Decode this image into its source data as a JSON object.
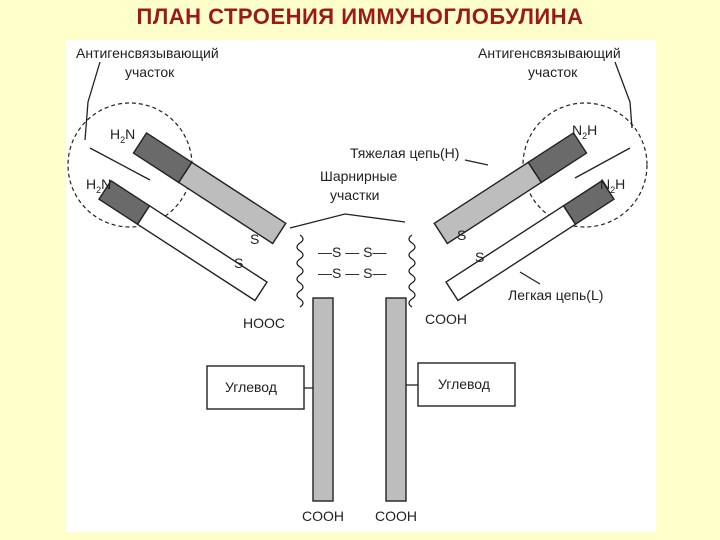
{
  "slide": {
    "title": "ПЛАН  СТРОЕНИЯ  ИММУНОГЛОБУЛИНА"
  },
  "diagram": {
    "antigen_site_left": [
      "Антигенсвязывающий",
      "участок"
    ],
    "antigen_site_right": [
      "Антигенсвязывающий",
      "участок"
    ],
    "heavy_chain": "Тяжелая цепь(H)",
    "hinge": [
      "Шарнирные",
      "участки"
    ],
    "light_chain": "Легкая цепь(L)",
    "carbohydrate_left": "Углевод",
    "carbohydrate_right": "Углевод",
    "h2n_left_top": {
      "main": "H",
      "sub": "2",
      "tail": "N"
    },
    "h2n_left_bottom": {
      "main": "H",
      "sub": "2",
      "tail": "N"
    },
    "n2h_right_top": {
      "main": "N",
      "sub": "2",
      "tail": "H"
    },
    "n2h_right_bottom": {
      "main": "N",
      "sub": "2",
      "tail": "H"
    },
    "hooc_left": "HOOC",
    "cooh_right": "COOH",
    "cooh_bottom_left": "COOH",
    "cooh_bottom_right": "COOH",
    "s": "S",
    "disulfide_top": "—S — S—",
    "disulfide_bottom": "—S — S—"
  }
}
